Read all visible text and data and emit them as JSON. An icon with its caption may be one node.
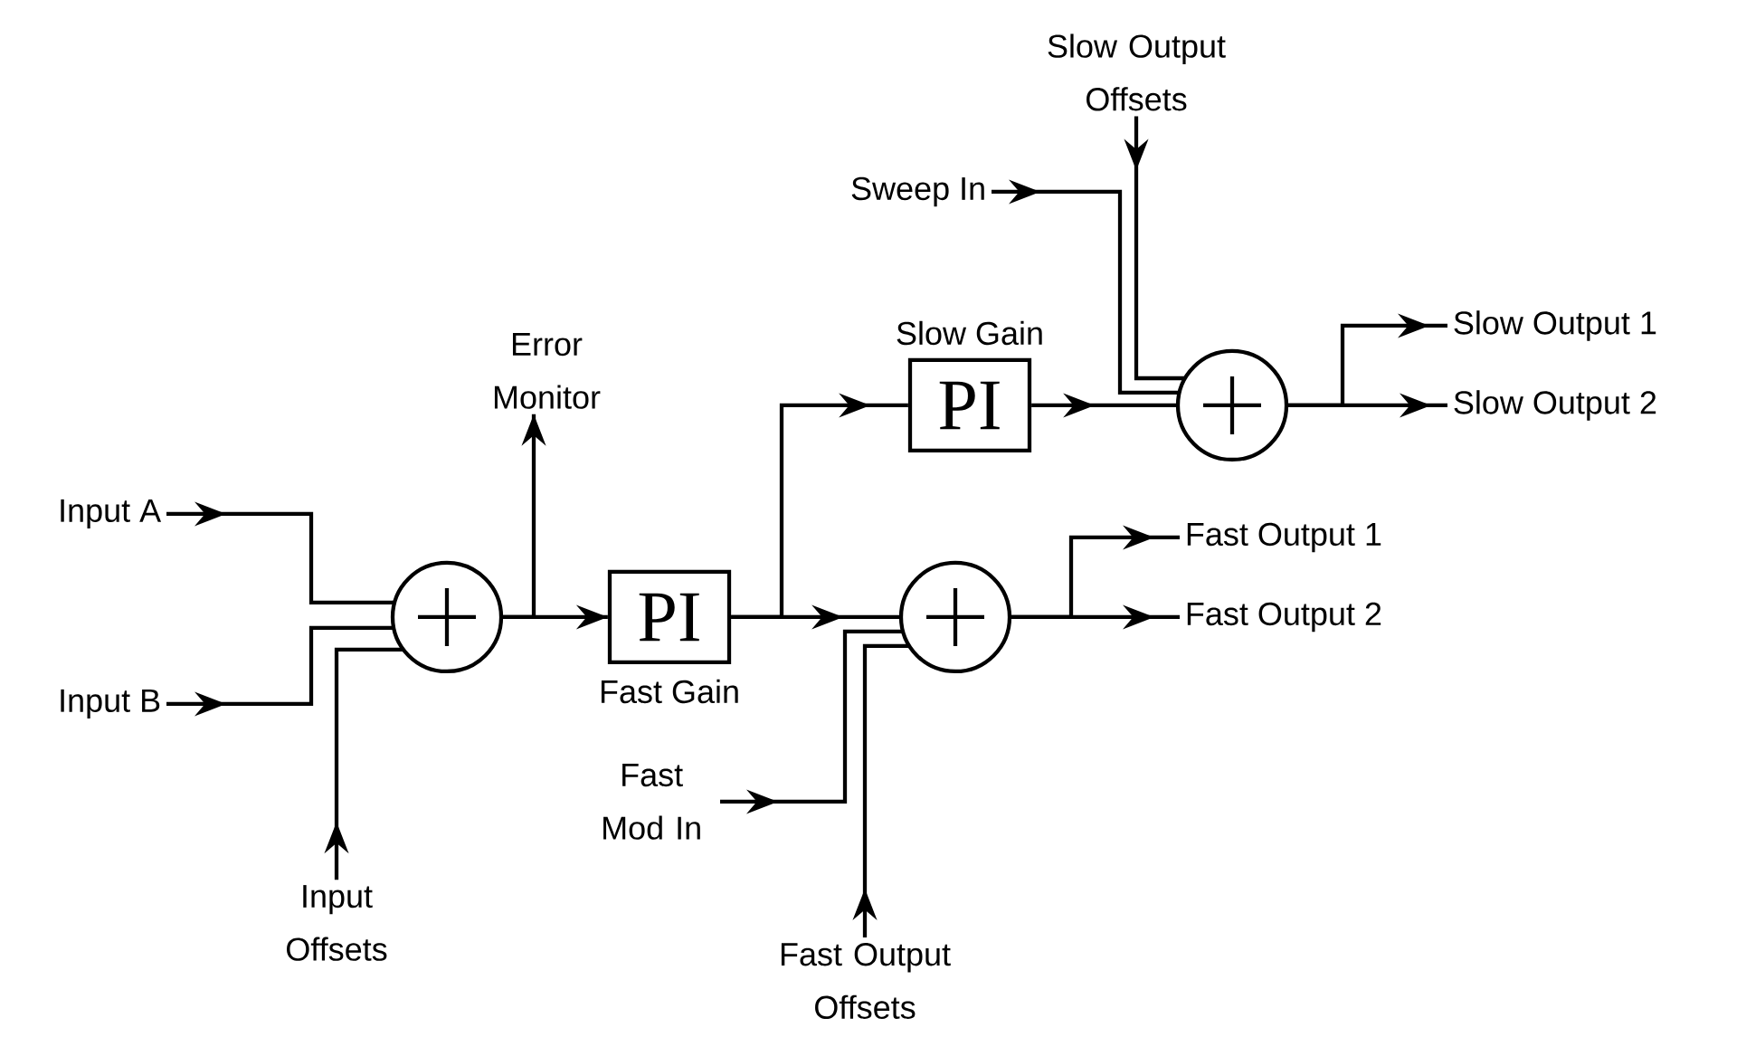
{
  "diagram": {
    "nodes": [
      {
        "text": [
          "Input A"
        ]
      },
      {
        "text": [
          "Input B"
        ]
      },
      {
        "text": [
          "Input Offsets"
        ]
      },
      {
        "text": [],
        "shape": "circle"
      },
      {
        "text": [
          "Error Monitor"
        ]
      },
      {
        "text": [
          "PI"
        ],
        "beside": [
          "Fast Gain"
        ]
      },
      {
        "text": [
          "Fast Mod In"
        ]
      },
      {
        "text": [
          "Fast Output Offsets"
        ]
      },
      {
        "text": [],
        "shape": "circle"
      },
      {
        "text": [
          "Fast Output 1"
        ]
      },
      {
        "text": [
          "Fast Output 2"
        ]
      },
      {
        "text": [
          "Sweep In"
        ]
      },
      {
        "text": [
          "Slow Output Offsets"
        ]
      },
      {
        "text": [
          "PI"
        ],
        "beside": [
          "Slow Gain"
        ]
      },
      {
        "text": [],
        "shape": "circle"
      },
      {
        "text": [
          "Slow Output 1"
        ]
      },
      {
        "text": [
          "Slow Output 2"
        ]
      }
    ],
    "edges": [
      {
        "from": 0,
        "to": 3,
        "arrow": "to"
      },
      {
        "from": 1,
        "to": 3,
        "arrow": "to"
      },
      {
        "from": 2,
        "to": 3,
        "arrow": "to"
      },
      {
        "from": 3,
        "to": 4,
        "arrow": "to"
      },
      {
        "from": 3,
        "to": 5,
        "arrow": "to"
      },
      {
        "from": 5,
        "to": 8,
        "arrow": "to"
      },
      {
        "from": 5,
        "to": 13,
        "arrow": "to"
      },
      {
        "from": 6,
        "to": 8,
        "arrow": "to"
      },
      {
        "from": 7,
        "to": 8,
        "arrow": "to"
      },
      {
        "from": 8,
        "to": 9,
        "arrow": "to"
      },
      {
        "from": 8,
        "to": 10,
        "arrow": "to"
      },
      {
        "from": 11,
        "to": 14,
        "arrow": "to"
      },
      {
        "from": 12,
        "to": 14,
        "arrow": "to"
      },
      {
        "from": 13,
        "to": 14,
        "arrow": "to"
      },
      {
        "from": 14,
        "to": 15,
        "arrow": "to"
      },
      {
        "from": 14,
        "to": 16,
        "arrow": "to"
      }
    ]
  }
}
